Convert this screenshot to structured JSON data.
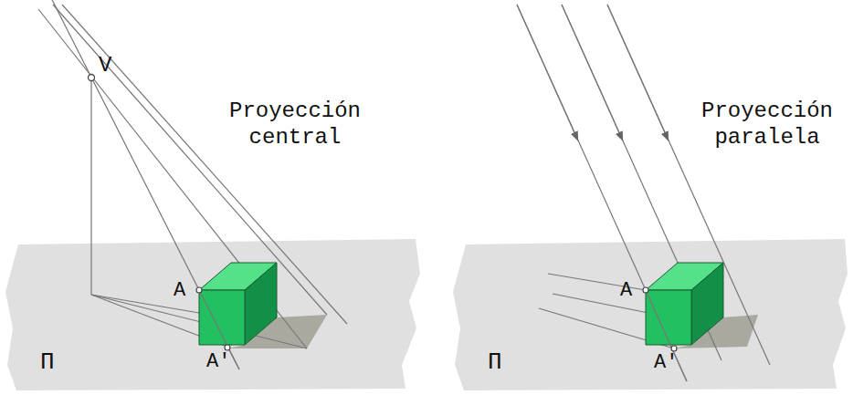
{
  "diagram": {
    "labels": [
      "V",
      "Proyección central",
      "A",
      "A'",
      "Π",
      "Proyección paralela",
      "A",
      "A'",
      "Π"
    ]
  }
}
